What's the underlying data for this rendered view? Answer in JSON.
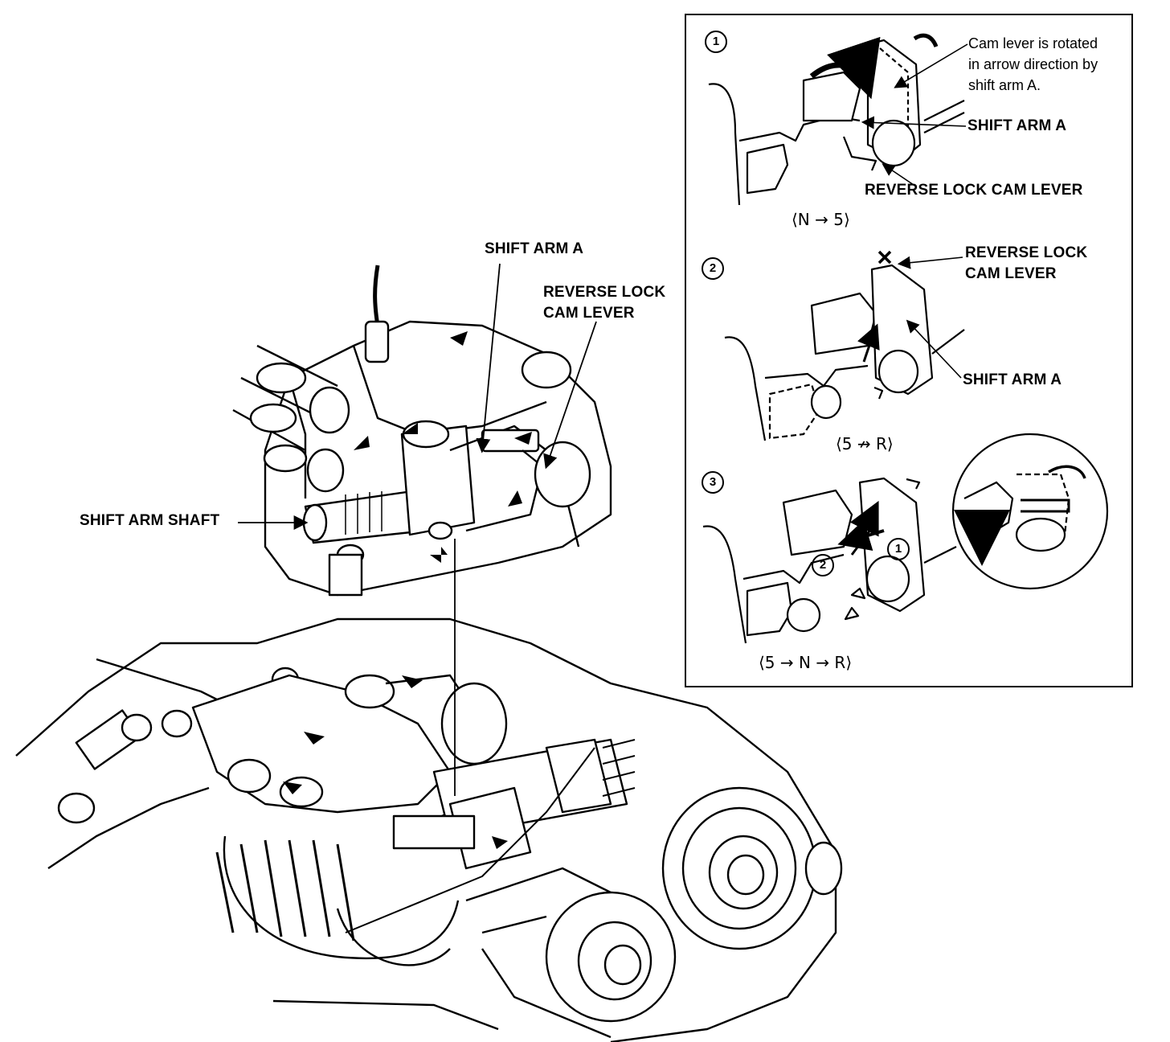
{
  "main": {
    "shift_arm_a": "SHIFT ARM A",
    "reverse_lock_cam_lever": [
      "REVERSE LOCK",
      "CAM LEVER"
    ],
    "shift_arm_shaft": "SHIFT ARM SHAFT"
  },
  "inset": {
    "steps": [
      {
        "number": "1",
        "note": [
          "Cam lever is rotated",
          "in arrow direction by",
          "shift arm A."
        ],
        "labels": [
          "SHIFT ARM A",
          "REVERSE LOCK CAM LEVER"
        ],
        "condition": "⟨N → 5⟩"
      },
      {
        "number": "2",
        "labels": [
          "REVERSE LOCK",
          "CAM LEVER",
          "SHIFT ARM A"
        ],
        "condition": "⟨5 ↛ R⟩"
      },
      {
        "number": "3",
        "condition": "⟨5 → N → R⟩"
      }
    ]
  }
}
